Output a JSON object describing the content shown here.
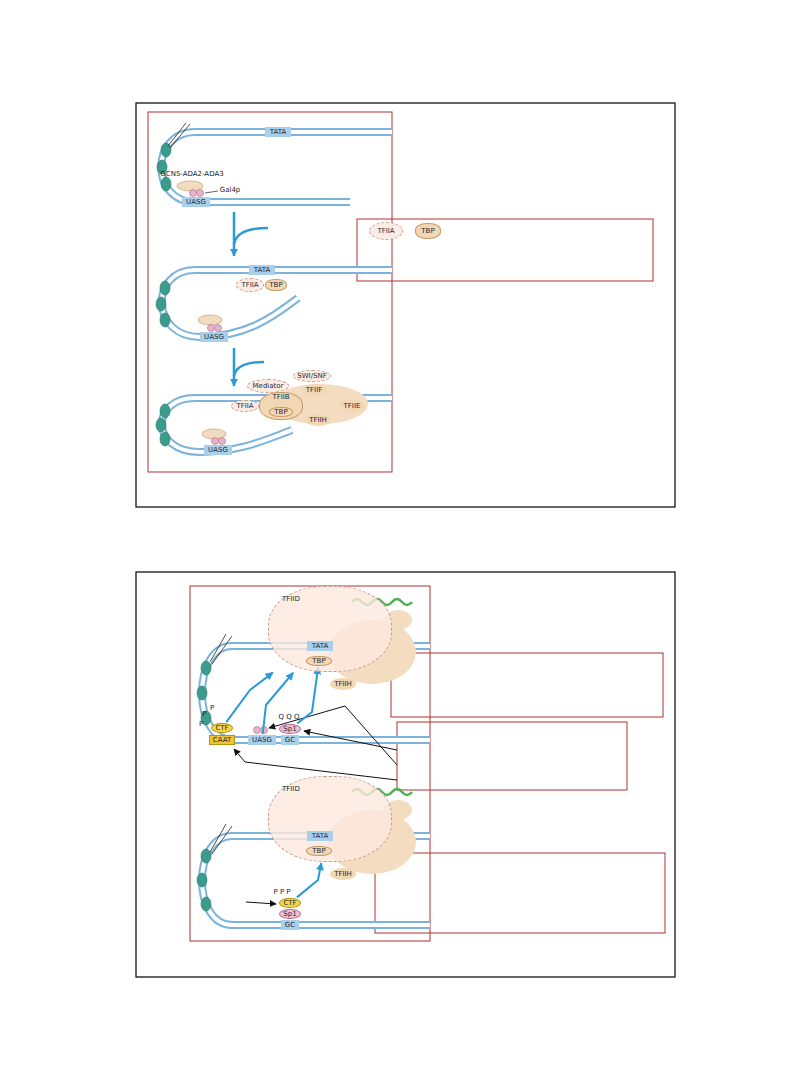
{
  "diagram": {
    "nodes": [
      {
        "text": [
          "TATA"
        ]
      },
      {
        "text": [
          "UASG"
        ]
      },
      {
        "text": [
          "TFIIA"
        ]
      },
      {
        "text": [
          "TBP"
        ]
      },
      {
        "text": [
          "TATA"
        ]
      },
      {
        "text": [
          "TFIIA"
        ]
      },
      {
        "text": [
          "TBP"
        ]
      },
      {
        "text": [
          "UASG"
        ]
      },
      {
        "text": [
          "Mediator"
        ]
      },
      {
        "text": [
          "SWI/SNF"
        ]
      },
      {
        "text": [
          "TFIIF"
        ]
      },
      {
        "text": [
          "TFIIA"
        ]
      },
      {
        "text": [
          "TFIIB"
        ]
      },
      {
        "text": [
          "TBP"
        ],
        "in": 12
      },
      {
        "text": [
          "TFIIE"
        ]
      },
      {
        "text": [
          "TFIIH"
        ]
      },
      {
        "text": [
          "UASG"
        ]
      },
      {
        "text": [
          "TFIID"
        ]
      },
      {
        "text": [
          "TATA"
        ]
      },
      {
        "text": [
          "TBP"
        ],
        "in": 17
      },
      {
        "text": [
          "TFIIH"
        ]
      },
      {
        "text": [
          "CTF"
        ]
      },
      {
        "text": [
          "CAAT"
        ]
      },
      {
        "text": [
          "UASG"
        ]
      },
      {
        "text": [
          "Sp1"
        ]
      },
      {
        "text": [
          "GC"
        ]
      },
      {
        "text": [
          "TFIID"
        ]
      },
      {
        "text": [
          "TATA"
        ]
      },
      {
        "text": [
          "TBP"
        ],
        "in": 26
      },
      {
        "text": [
          "TFIIH"
        ]
      },
      {
        "text": [
          "CTF"
        ]
      },
      {
        "text": [
          "Sp1"
        ]
      },
      {
        "text": [
          "GC"
        ]
      }
    ],
    "edges": [
      {
        "from": 21,
        "to": 17,
        "arrow": "to"
      },
      {
        "from": 23,
        "to": 17,
        "arrow": "to"
      },
      {
        "from": 24,
        "to": 19,
        "arrow": "to"
      },
      {
        "from": 30,
        "to": 26,
        "arrow": "to"
      }
    ],
    "labels": [
      "GCN5-ADA2-ADA3",
      "Gal4p",
      "P",
      "P",
      "P",
      "Q Q Q",
      "P P P"
    ]
  }
}
